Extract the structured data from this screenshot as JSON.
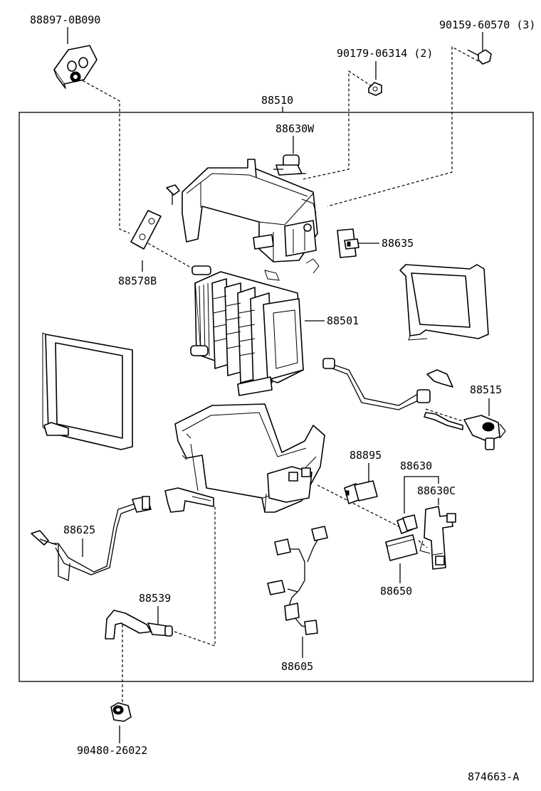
{
  "diagram": {
    "labels": {
      "p88897": "88897-0B090",
      "p90159": "90159-60570 (3)",
      "p90179": "90179-06314 (2)",
      "p88510": "88510",
      "p88630W": "88630W",
      "p88635": "88635",
      "p88578B": "88578B",
      "p88501": "88501",
      "p88515": "88515",
      "p88895": "88895",
      "p88630": "88630",
      "p88630C": "88630C",
      "p88625": "88625",
      "p88650": "88650",
      "p88539": "88539",
      "p88605": "88605",
      "p90480": "90480-26022",
      "figure_id": "874663-A"
    }
  }
}
